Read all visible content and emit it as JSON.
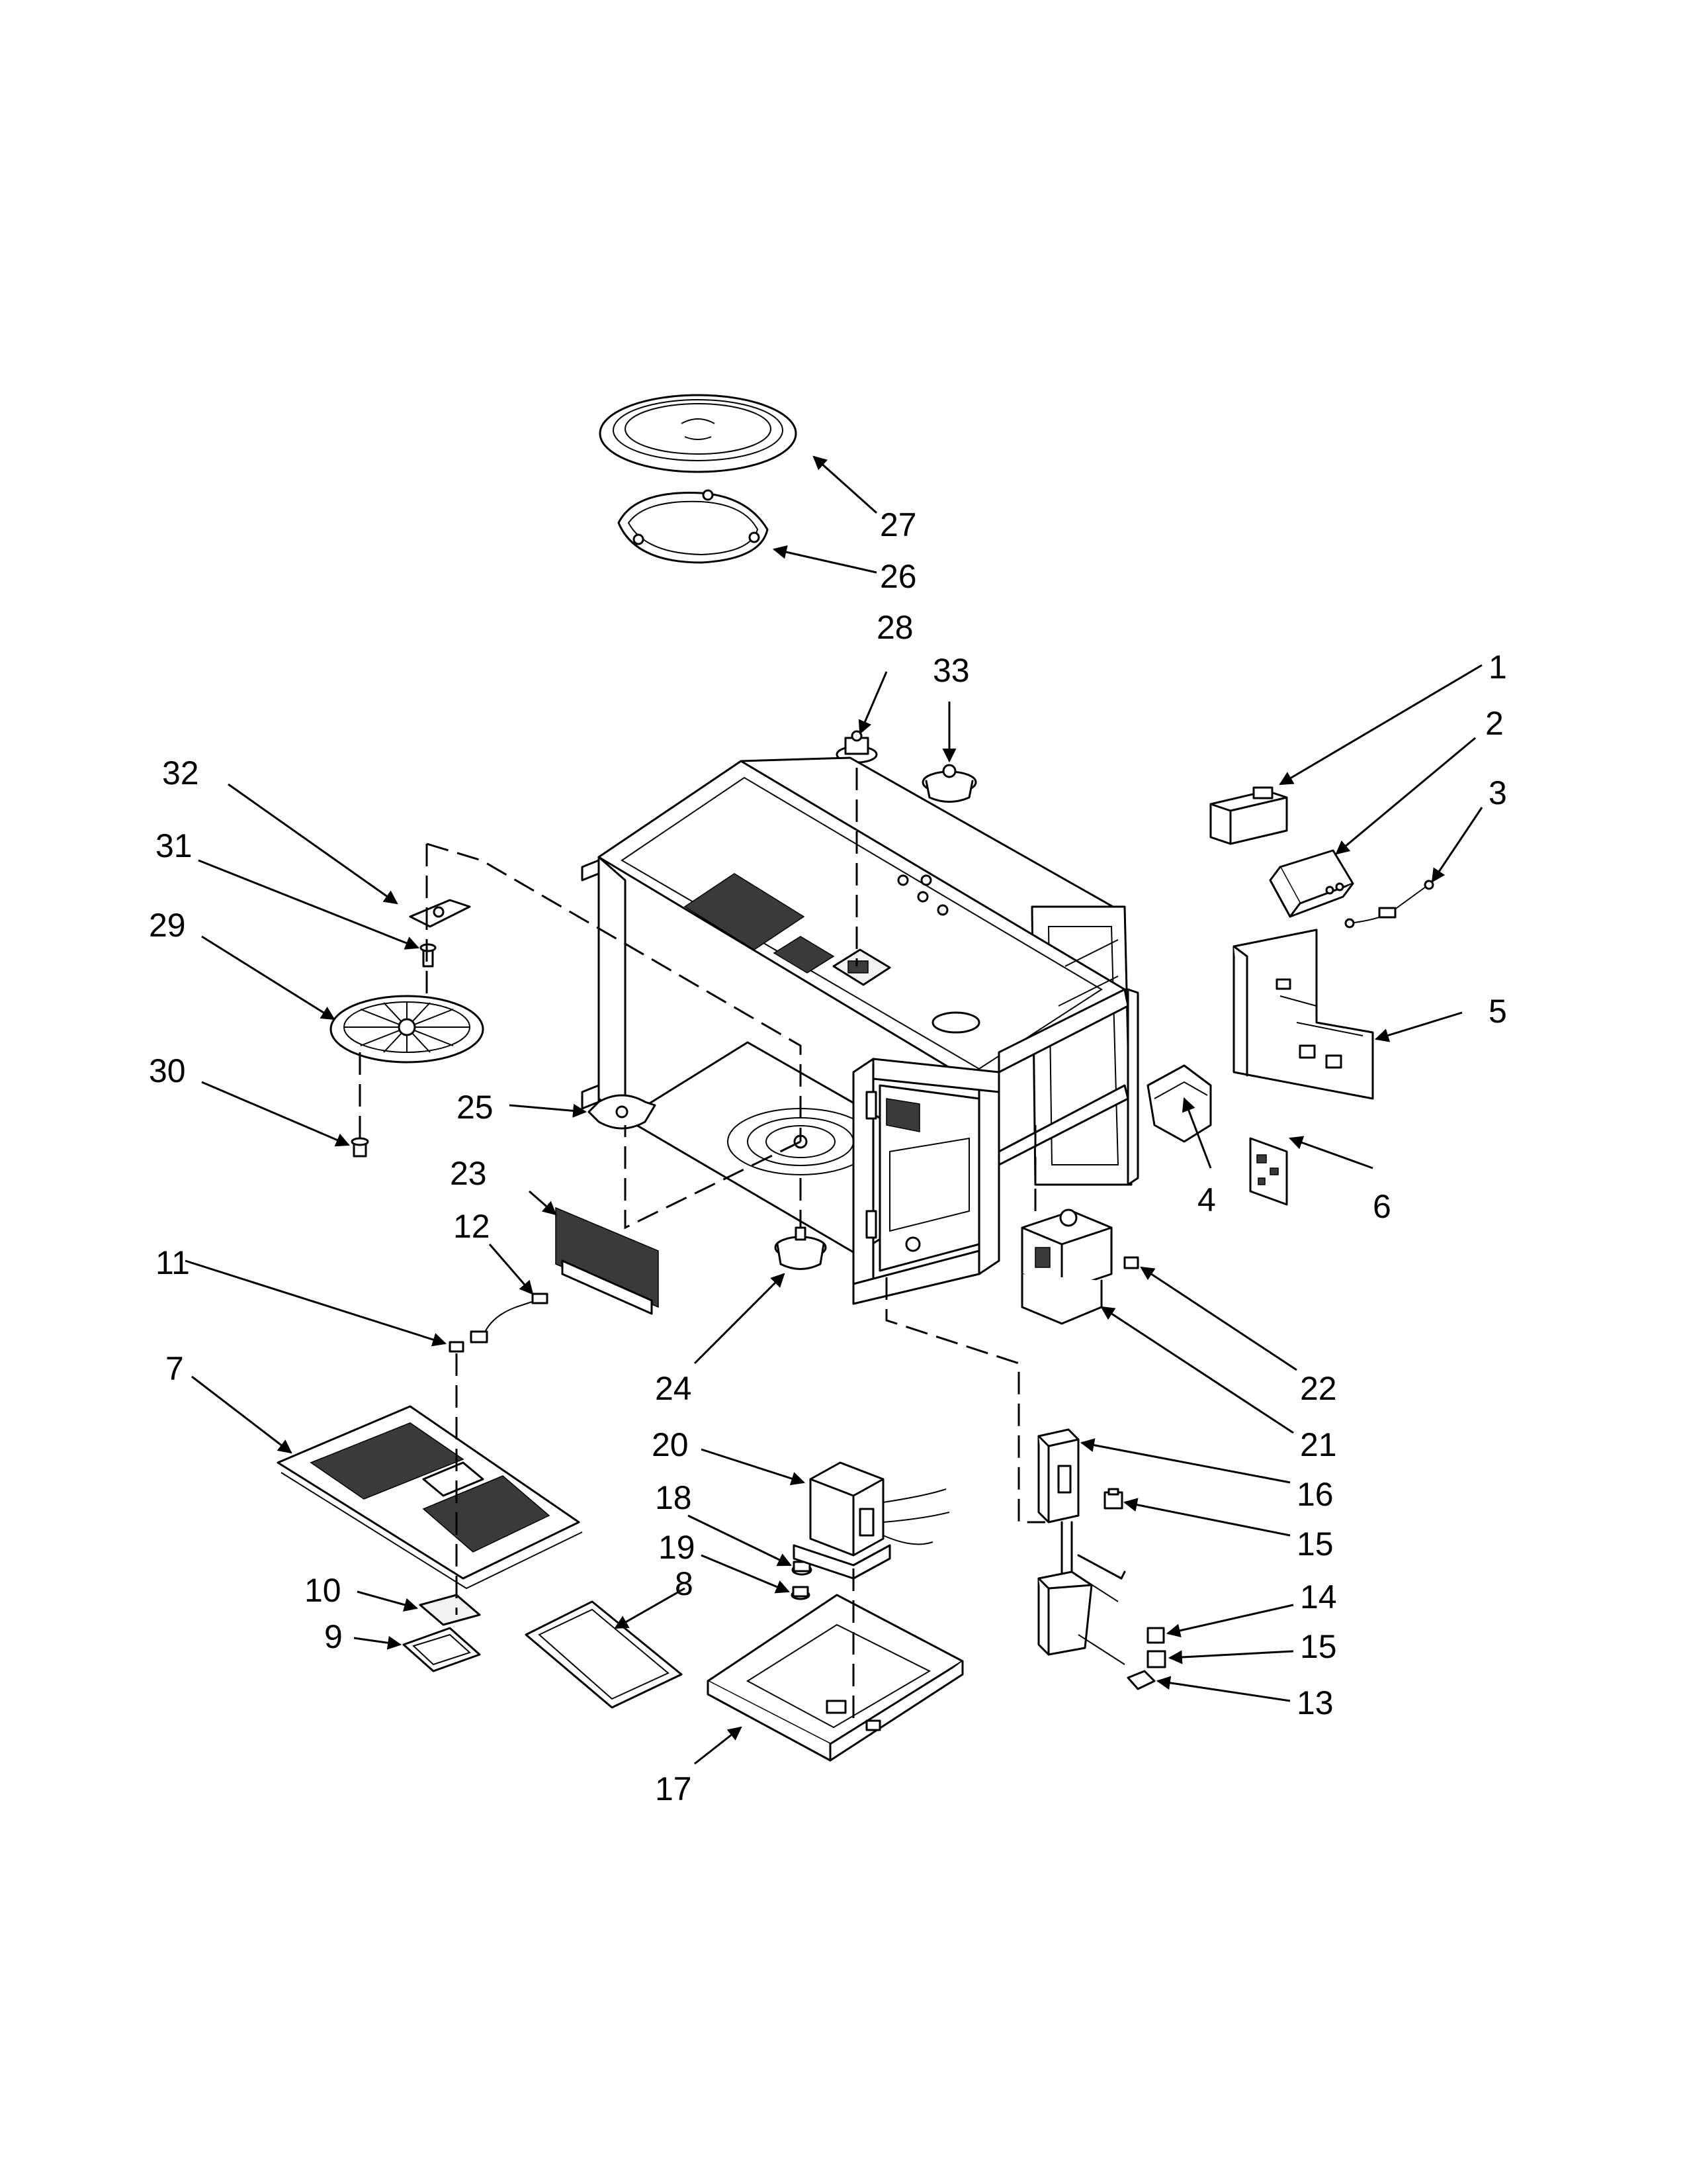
{
  "callouts": {
    "c1": "1",
    "c2": "2",
    "c3": "3",
    "c4": "4",
    "c5": "5",
    "c6": "6",
    "c7": "7",
    "c8": "8",
    "c9": "9",
    "c10": "10",
    "c11": "11",
    "c12": "12",
    "c13": "13",
    "c14": "14",
    "c15a": "15",
    "c15b": "15",
    "c16": "16",
    "c17": "17",
    "c18": "18",
    "c19": "19",
    "c20": "20",
    "c21": "21",
    "c22": "22",
    "c23": "23",
    "c24": "24",
    "c25": "25",
    "c26": "26",
    "c27": "27",
    "c28": "28",
    "c29": "29",
    "c30": "30",
    "c31": "31",
    "c32": "32",
    "c33": "33"
  },
  "colors": {
    "line": "#000000",
    "background": "#ffffff",
    "mesh": "#3a3a3a"
  }
}
